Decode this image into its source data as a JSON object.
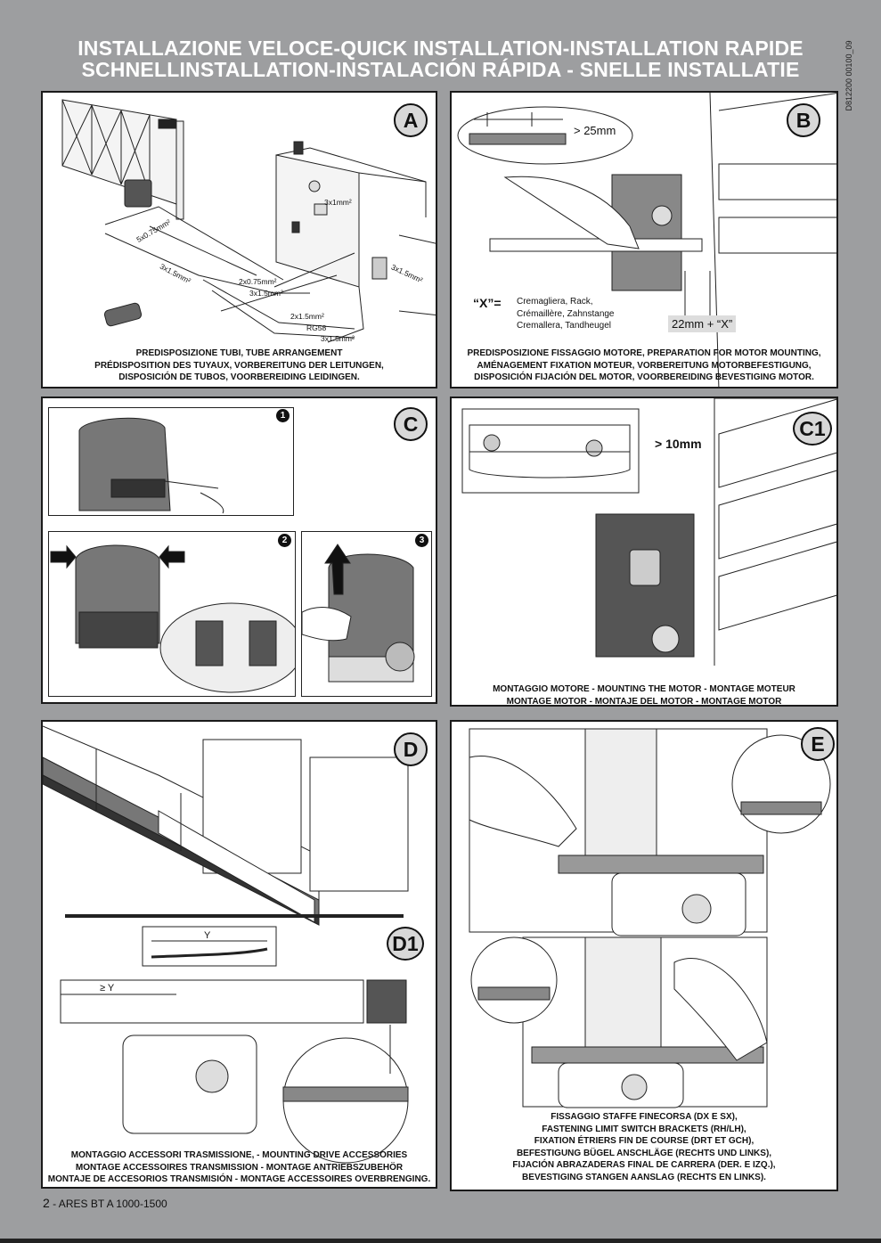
{
  "header": {
    "title_line1": "INSTALLAZIONE VELOCE-QUICK INSTALLATION-INSTALLATION RAPIDE",
    "title_line2": "SCHNELLINSTALLATION-INSTALACIÓN RÁPIDA - SNELLE INSTALLATIE",
    "doc_code": "D812200 00100_09"
  },
  "panels": {
    "A": {
      "badge": "A",
      "labels": {
        "w1": "5x0.75mm²",
        "w2": "3x1mm²",
        "w3": "3x1.5mm²",
        "w4": "2x0.75mm²",
        "w5": "3x1.5mm²",
        "w6": "3x1.5mm²",
        "w7": "2x1.5mm²",
        "w8": "RG58",
        "w9": "3x1.5mm²"
      },
      "caption": [
        "PREDISPOSIZIONE TUBI,  TUBE ARRANGEMENT",
        "PRÉDISPOSITION DES TUYAUX, VORBEREITUNG DER LEITUNGEN,",
        "DISPOSICIÓN DE TUBOS, VOORBEREIDING LEIDINGEN."
      ]
    },
    "B": {
      "badge": "B",
      "dim_top": "> 25mm",
      "x_label": "“X”=",
      "x_items": [
        "Cremagliera, Rack,",
        "Crémaillère, Zahnstange",
        "Cremallera, Tandheugel"
      ],
      "dim_bottom": "22mm + “X”",
      "caption": [
        "PREDISPOSIZIONE FISSAGGIO MOTORE, PREPARATION FOR MOTOR MOUNTING,",
        "AMÉNAGEMENT FIXATION MOTEUR, VORBEREITUNG MOTORBEFESTIGUNG,",
        "DISPOSICIÓN FIJACIÓN DEL MOTOR, VOORBEREIDING BEVESTIGING MOTOR."
      ]
    },
    "C": {
      "badge": "C",
      "steps": [
        "1",
        "2",
        "3"
      ]
    },
    "C1": {
      "badge": "C1",
      "dim": "> 10mm",
      "caption": [
        "MONTAGGIO MOTORE - MOUNTING THE MOTOR - MONTAGE MOTEUR",
        "MONTAGE MOTOR - MONTAJE DEL MOTOR - MONTAGE MOTOR"
      ]
    },
    "D": {
      "badge": "D",
      "badge_d1": "D1",
      "dim_y": "Y",
      "dim_gey": "≥ Y",
      "caption": [
        "MONTAGGIO ACCESSORI TRASMISSIONE, - MOUNTING DRIVE ACCESSORIES",
        "MONTAGE ACCESSOIRES TRANSMISSION -  MONTAGE ANTRIEBSZUBEHÖR",
        "MONTAJE DE ACCESORIOS TRANSMISIÓN - MONTAGE ACCESSOIRES OVERBRENGING."
      ]
    },
    "E": {
      "badge": "E",
      "caption": [
        "FISSAGGIO STAFFE FINECORSA (DX E SX),",
        "FASTENING LIMIT SWITCH BRACKETS (RH/LH),",
        "FIXATION ÉTRIERS FIN DE COURSE (DRT ET GCH),",
        "BEFESTIGUNG BÜGEL ANSCHLÄGE (RECHTS UND LINKS),",
        "FIJACIÓN ABRAZADERAS FINAL DE CARRERA (DER. E IZQ.),",
        "BEVESTIGING STANGEN AANSLAG (RECHTS EN LINKS)."
      ]
    }
  },
  "footer": {
    "page_number": "2",
    "product": "- ARES BT A 1000-1500"
  }
}
